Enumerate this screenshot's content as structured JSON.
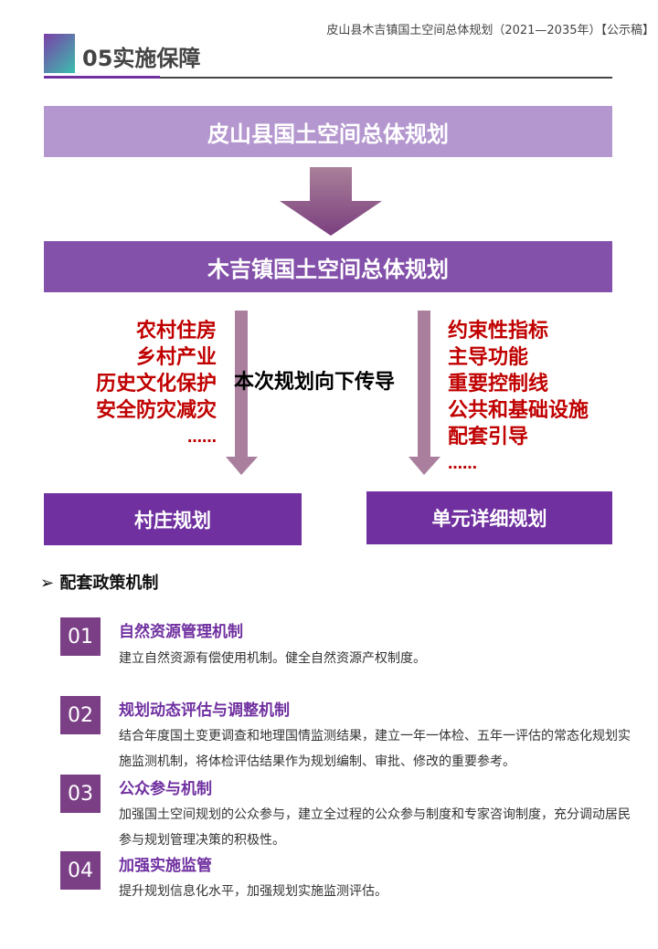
{
  "header": {
    "doc_title": "皮山县木吉镇国土空间总体规划（2021—2035年）【公示稿】",
    "section_title": "05实施保障"
  },
  "diagram": {
    "top_box": "皮山县国土空间总体规划",
    "middle_box": "木吉镇国土空间总体规划",
    "center_label": "本次规划向下传导",
    "left_items": [
      "农村住房",
      "乡村产业",
      "历史文化保护",
      "安全防灾减灾",
      "……"
    ],
    "right_items": [
      "约束性指标",
      "主导功能",
      "重要控制线",
      "公共和基础设施",
      "配套引导",
      "……"
    ],
    "bottom_left": "村庄规划",
    "bottom_right": "单元详细规划"
  },
  "policy": {
    "heading": "配套政策机制",
    "items": [
      {
        "num": "01",
        "title": "自然资源管理机制",
        "desc": "建立自然资源有偿使用机制。健全自然资源产权制度。"
      },
      {
        "num": "02",
        "title": "规划动态评估与调整机制",
        "desc": "结合年度国土变更调查和地理国情监测结果，建立一年一体检、五年一评估的常态化规划实施监测机制，将体检评估结果作为规划编制、审批、修改的重要参考。"
      },
      {
        "num": "03",
        "title": "公众参与机制",
        "desc": "加强国土空间规划的公众参与，建立全过程的公众参与制度和专家咨询制度，充分调动居民参与规划管理决策的积极性。"
      },
      {
        "num": "04",
        "title": "加强实施监管",
        "desc": "提升规划信息化水平，加强规划实施监测评估。"
      }
    ]
  },
  "colors": {
    "accent": "#7030a0",
    "red": "#c00000"
  }
}
